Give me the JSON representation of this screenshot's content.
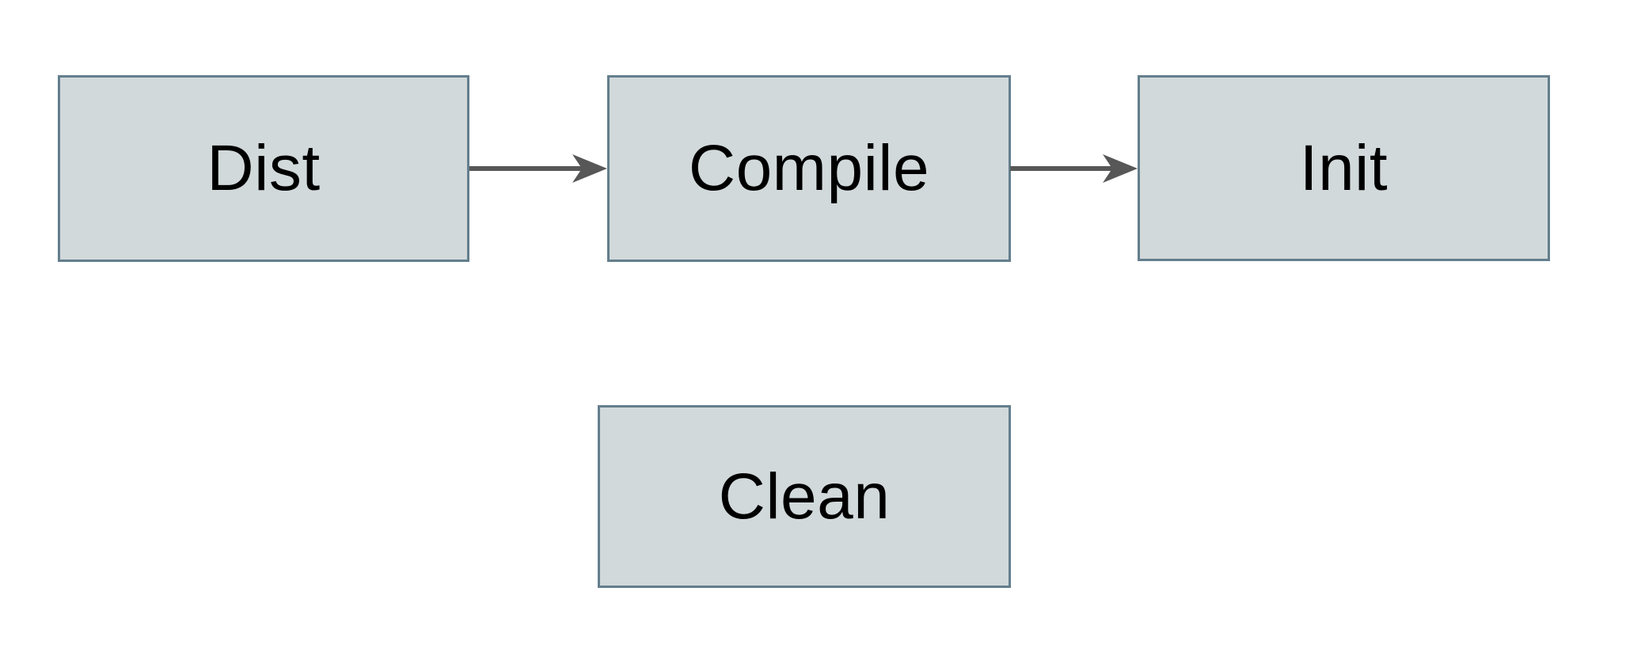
{
  "diagram": {
    "title": "build-targets-flowchart",
    "nodes": [
      {
        "id": "dist",
        "label": "Dist"
      },
      {
        "id": "compile",
        "label": "Compile"
      },
      {
        "id": "init",
        "label": "Init"
      },
      {
        "id": "clean",
        "label": "Clean"
      }
    ],
    "edges": [
      {
        "from": "dist",
        "to": "compile"
      },
      {
        "from": "compile",
        "to": "init"
      }
    ]
  },
  "colors": {
    "node-fill": "#d2d9db",
    "node-border": "#647e8d",
    "arrow": "#575757",
    "background": "#ffffff",
    "text": "#000000"
  }
}
